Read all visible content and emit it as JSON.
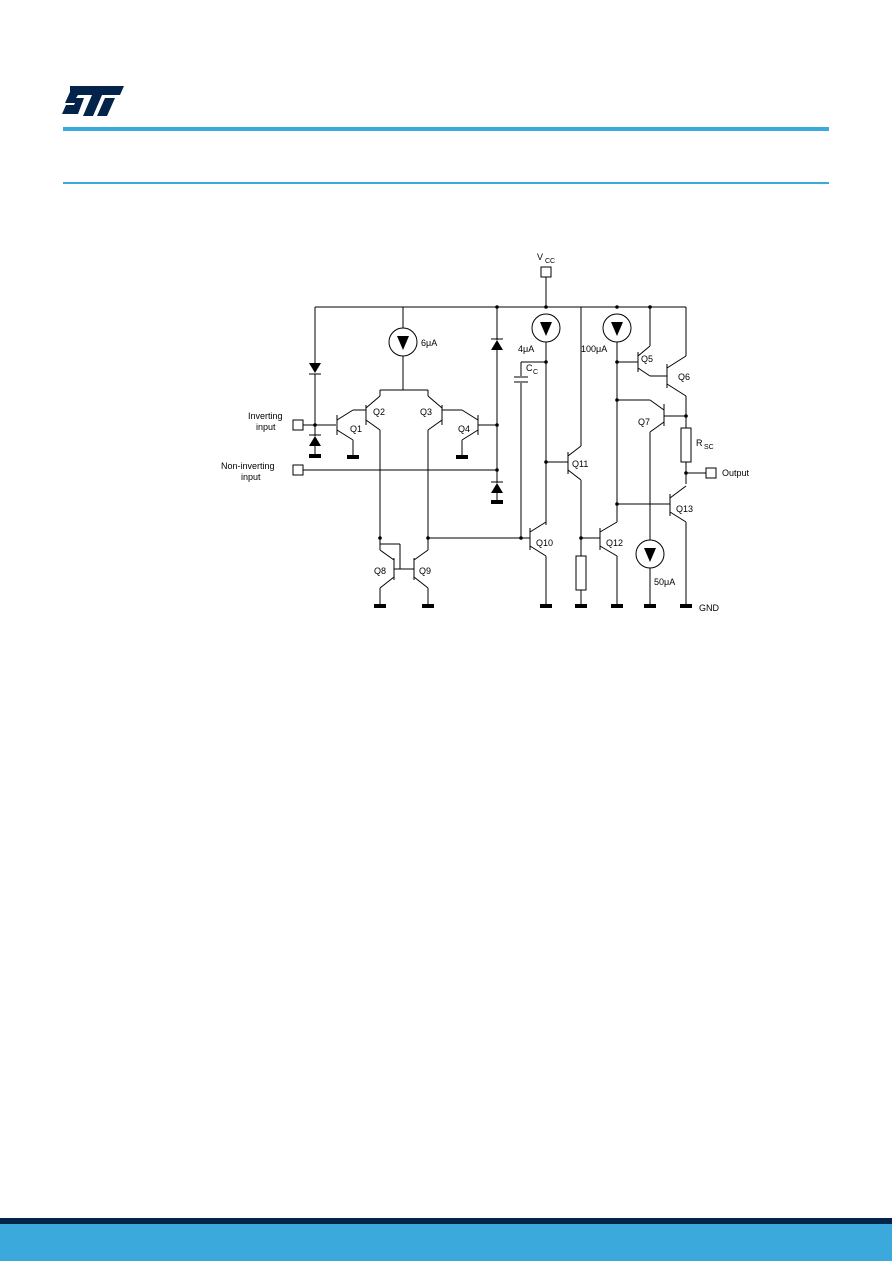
{
  "brand": {
    "logo": "ST logo"
  },
  "schematic": {
    "labels": {
      "vcc": "V",
      "vcc_sub": "CC",
      "gnd": "GND",
      "inverting_l1": "Inverting",
      "inverting_l2": "input",
      "noninv_l1": "Non-inverting",
      "noninv_l2": "input",
      "output": "Output",
      "i_6ua": "6μA",
      "i_4ua": "4μA",
      "i_100ua": "100μA",
      "i_50ua": "50μA",
      "cc": "C",
      "cc_sub": "C",
      "rsc": "R",
      "rsc_sub": "SC",
      "q1": "Q1",
      "q2": "Q2",
      "q3": "Q3",
      "q4": "Q4",
      "q5": "Q5",
      "q6": "Q6",
      "q7": "Q7",
      "q8": "Q8",
      "q9": "Q9",
      "q10": "Q10",
      "q11": "Q11",
      "q12": "Q12",
      "q13": "Q13"
    }
  },
  "colors": {
    "brand_blue": "#3ca9dc",
    "navy": "#03234b"
  }
}
